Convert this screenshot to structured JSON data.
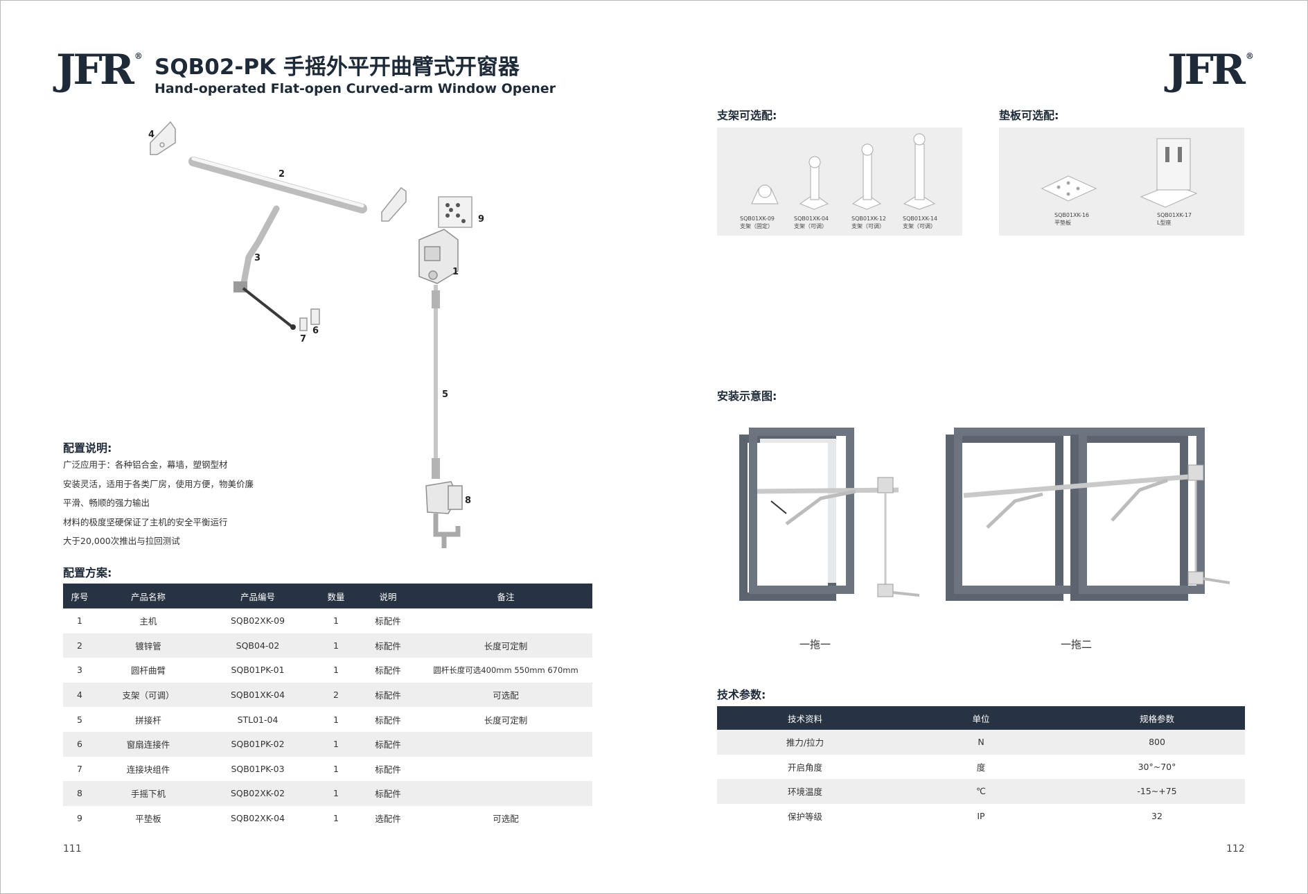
{
  "brand": {
    "logo_text": "JFR",
    "registered": "®"
  },
  "title": {
    "cn": "SQB02-PK 手摇外平开曲臂式开窗器",
    "en": "Hand-operated Flat-open Curved-arm Window Opener"
  },
  "callouts": [
    "4",
    "2",
    "9",
    "3",
    "1",
    "7",
    "6",
    "5",
    "8"
  ],
  "config_desc": {
    "heading": "配置说明:",
    "lines": [
      "广泛应用于：各种铝合金，幕墙，塑钢型材",
      "安装灵活，适用于各类厂房，使用方便，物美价廉",
      "平滑、畅顺的强力输出",
      "材料的极度坚硬保证了主机的安全平衡运行",
      "大于20,000次推出与拉回测试"
    ]
  },
  "config_plan": {
    "heading": "配置方案:",
    "columns": [
      "序号",
      "产品名称",
      "产品编号",
      "数量",
      "说明",
      "备注"
    ],
    "rows": [
      [
        "1",
        "主机",
        "SQB02XK-09",
        "1",
        "标配件",
        ""
      ],
      [
        "2",
        "镀锌管",
        "SQB04-02",
        "1",
        "标配件",
        "长度可定制"
      ],
      [
        "3",
        "圆杆曲臂",
        "SQB01PK-01",
        "1",
        "标配件",
        "圆杆长度可选400mm 550mm 670mm"
      ],
      [
        "4",
        "支架（可调）",
        "SQB01XK-04",
        "2",
        "标配件",
        "可选配"
      ],
      [
        "5",
        "拼接杆",
        "STL01-04",
        "1",
        "标配件",
        "长度可定制"
      ],
      [
        "6",
        "窗扇连接件",
        "SQB01PK-02",
        "1",
        "标配件",
        ""
      ],
      [
        "7",
        "连接块组件",
        "SQB01PK-03",
        "1",
        "标配件",
        ""
      ],
      [
        "8",
        "手摇下机",
        "SQB02XK-02",
        "1",
        "标配件",
        ""
      ],
      [
        "9",
        "平垫板",
        "SQB02XK-04",
        "1",
        "选配件",
        "可选配"
      ]
    ]
  },
  "bracket_options": {
    "heading": "支架可选配:",
    "items": [
      {
        "code": "SQB01XK-09",
        "desc": "支架（固定）"
      },
      {
        "code": "SQB01XK-04",
        "desc": "支架（可调）"
      },
      {
        "code": "SQB01XK-12",
        "desc": "支架（可调）"
      },
      {
        "code": "SQB01XK-14",
        "desc": "支架（可调）"
      }
    ]
  },
  "pad_options": {
    "heading": "垫板可选配:",
    "items": [
      {
        "code": "SQB01XK-16",
        "desc": "平垫板"
      },
      {
        "code": "SQB01XK-17",
        "desc": "L型座"
      }
    ]
  },
  "install": {
    "heading": "安装示意图:",
    "captions": [
      "一拖一",
      "一拖二"
    ]
  },
  "tech": {
    "heading": "技术参数:",
    "columns": [
      "技术资料",
      "单位",
      "规格参数"
    ],
    "rows": [
      [
        "推力/拉力",
        "N",
        "800"
      ],
      [
        "开启角度",
        "度",
        "30°~70°"
      ],
      [
        "环境温度",
        "℃",
        "-15~+75"
      ],
      [
        "保护等级",
        "IP",
        "32"
      ]
    ]
  },
  "page_numbers": {
    "left": "111",
    "right": "112"
  },
  "colors": {
    "navy": "#273242",
    "frame_gray": "#5c6470",
    "row_alt": "#eeeeee"
  }
}
